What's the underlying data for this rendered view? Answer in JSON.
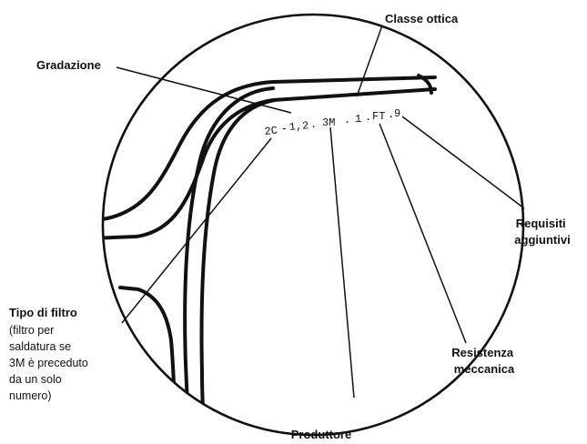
{
  "marking_code": {
    "filter_type": "2C",
    "sep1": "-",
    "shade": "1,2",
    "dot1": ".",
    "manufacturer": "3M",
    "dot2": ".",
    "optical_class": "1",
    "dot3": ".",
    "mechanical_strength": "FT",
    "dot4": ".",
    "additional_requirements": "9"
  },
  "labels": {
    "optical_class": "Classe ottica",
    "shade": "Gradazione",
    "additional_requirements_line1": "Requisiti",
    "additional_requirements_line2": "aggiuntivi",
    "filter_type_title": "Tipo di filtro",
    "filter_type_desc_1": "(filtro per",
    "filter_type_desc_2": "saldatura se",
    "filter_type_desc_3": "3M è preceduto",
    "filter_type_desc_4": "da un solo",
    "filter_type_desc_5": "numero)",
    "mechanical_strength_line1": "Resistenza",
    "mechanical_strength_line2": "meccanica",
    "manufacturer": "Produttore"
  },
  "colors": {
    "ink": "#111111",
    "background": "#ffffff"
  }
}
